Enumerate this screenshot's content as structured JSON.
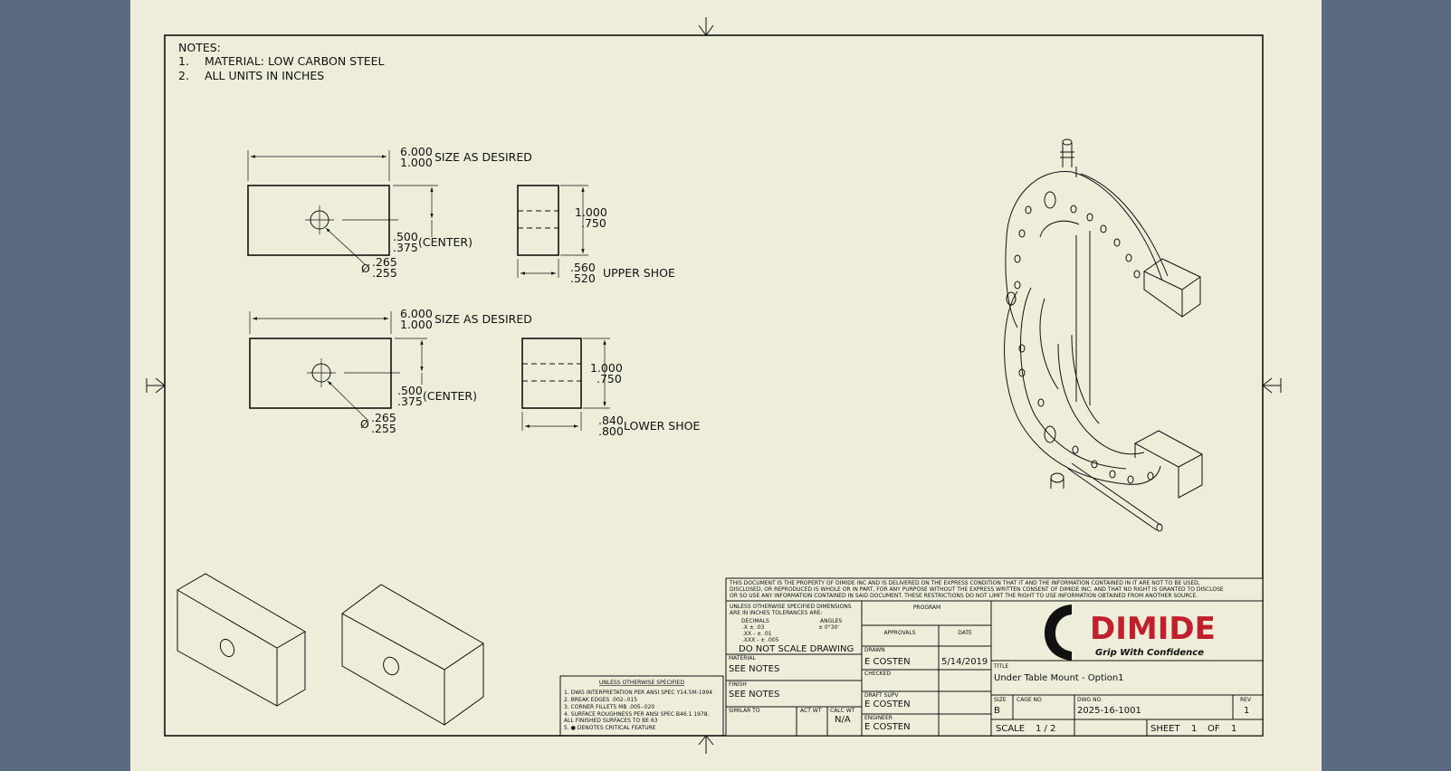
{
  "notes": {
    "header": "NOTES:",
    "items": [
      {
        "num": "1.",
        "text": "MATERIAL: LOW CARBON STEEL"
      },
      {
        "num": "2.",
        "text": "ALL UNITS IN INCHES"
      }
    ]
  },
  "views": {
    "upper_block": {
      "len_max": "6.000",
      "len_min": "1.000",
      "len_note": "SIZE AS DESIRED",
      "hole_max": ".500",
      "hole_min": ".375",
      "hole_note": "(CENTER)",
      "dia_symbol": "Ø",
      "dia_max": ".265",
      "dia_min": ".255"
    },
    "upper_shoe": {
      "h_max": "1.000",
      "h_min": ".750",
      "w_max": ".560",
      "w_min": ".520",
      "label": "UPPER SHOE"
    },
    "lower_block": {
      "len_max": "6.000",
      "len_min": "1.000",
      "len_note": "SIZE AS DESIRED",
      "hole_max": ".500",
      "hole_min": ".375",
      "hole_note": "(CENTER)",
      "dia_symbol": "Ø",
      "dia_max": ".265",
      "dia_min": ".255"
    },
    "lower_shoe": {
      "h_max": "1.000",
      "h_min": ".750",
      "w_max": ".840",
      "w_min": ".800",
      "label": "LOWER SHOE"
    }
  },
  "spec_block": {
    "title": "UNLESS OTHERWISE SPECIFIED",
    "items": [
      "1.  DWG INTERPRETATION PER ANSI SPEC Y14.5M-1994",
      "2.  BREAK EDGES .002-.015",
      "3.  CORNER FILLETS MB .005-.020",
      "4.  SURFACE ROUGHNESS PER ANSI SPEC B46.1 1978.",
      "     ALL FINISHED SURFACES TO BE 63",
      "5.  ● DENOTES CRITICAL FEATURE"
    ]
  },
  "title_block": {
    "proprietary": [
      "THIS DOCUMENT IS THE PROPERTY OF DIMIDE INC AND IS DELIVERED ON THE EXPRESS CONDITION THAT IT AND THE INFORMATION CONTAINED IN IT ARE NOT TO BE USED,",
      "DISCLOSED, OR REPRODUCED IS WHOLE OR IN PART, FOR ANY PURPOSE WITHOUT THE EXPRESS WRITTEN CONSENT OF DIMIDE INC; AND THAT NO RIGHT IS GRANTED TO DISCLOSE",
      "OR SO USE ANY INFORMATION CONTAINED IN SAID DOCUMENT. THESE RESTRICTIONS DO NOT LIMIT THE RIGHT TO USE INFORMATION OBTAINED FROM ANOTHER SOURCE."
    ],
    "tolerances": {
      "line1": "UNLESS OTHERWISE SPECIFIED DIMENSIONS",
      "line2": "ARE IN INCHES TOLERANCES ARE:",
      "decimals_label": "DECIMALS",
      "angles_label": "ANGLES",
      "angles_value": "± 0°30'",
      "row1": ".X       ±  .03",
      "row2": ".XX  -  ±  .01",
      "row3": ".XXX -  ± .005",
      "do_not_scale": "DO NOT SCALE DRAWING"
    },
    "program_label": "PROGRAM",
    "approvals_label": "APPROVALS",
    "date_label": "DATE",
    "material_label": "MATERIAL",
    "material_value": "SEE NOTES",
    "finish_label": "FINISH",
    "finish_value": "SEE NOTES",
    "similar_to_label": "SIMILAR TO",
    "act_wt_label": "ACT WT",
    "calc_wt_label": "CALC WT",
    "calc_wt_value": "N/A",
    "drawn_label": "DRAWN",
    "drawn_value": "E COSTEN",
    "drawn_date": "5/14/2019",
    "checked_label": "CHECKED",
    "draft_supv_label": "DRAFT SUPV",
    "draft_supv_value": "E COSTEN",
    "engineer_label": "ENGINEER",
    "engineer_value": "E COSTEN",
    "logo_text": "DIMIDE",
    "tagline": "Grip With Confidence",
    "title_label": "TITLE",
    "title_value": "Under Table Mount - Option1",
    "size_label": "SIZE",
    "size_value": "B",
    "cage_label": "CAGE NO",
    "dwg_label": "DWG NO.",
    "dwg_value": "2025-16-1001",
    "rev_label": "REV",
    "rev_value": "1",
    "scale_label": "SCALE",
    "scale_value": "1 / 2",
    "sheet_label": "SHEET",
    "sheet_value": "1",
    "of_label": "OF",
    "of_value": "1"
  },
  "colors": {
    "frame_bg": "#5a6a80",
    "paper": "#ededda",
    "ink": "#111111",
    "logo_red": "#c0202c"
  }
}
